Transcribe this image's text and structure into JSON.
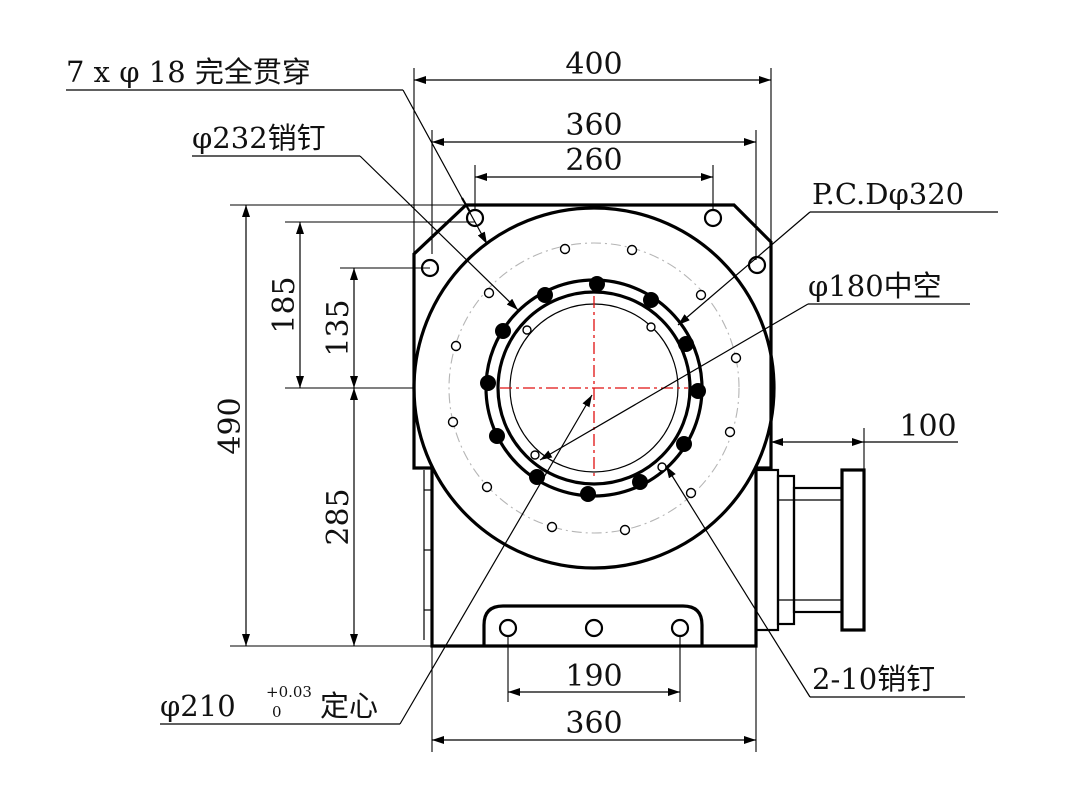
{
  "drawing": {
    "dims": {
      "w400": "400",
      "w360_top": "360",
      "w260": "260",
      "w100": "100",
      "w190": "190",
      "w360_bot": "360",
      "h490": "490",
      "h185": "185",
      "h135": "135",
      "h285": "285"
    },
    "callouts": {
      "holes": "7 x φ 18 完全贯穿",
      "pin232": "φ232销钉",
      "pcd": "P.C.Dφ320",
      "hollow": "φ180中空",
      "pin2": "2-10销钉",
      "locate_main": "φ210",
      "locate_tol_upper": "+0.03",
      "locate_tol_lower": "0",
      "locate_suffix": "定心"
    }
  }
}
